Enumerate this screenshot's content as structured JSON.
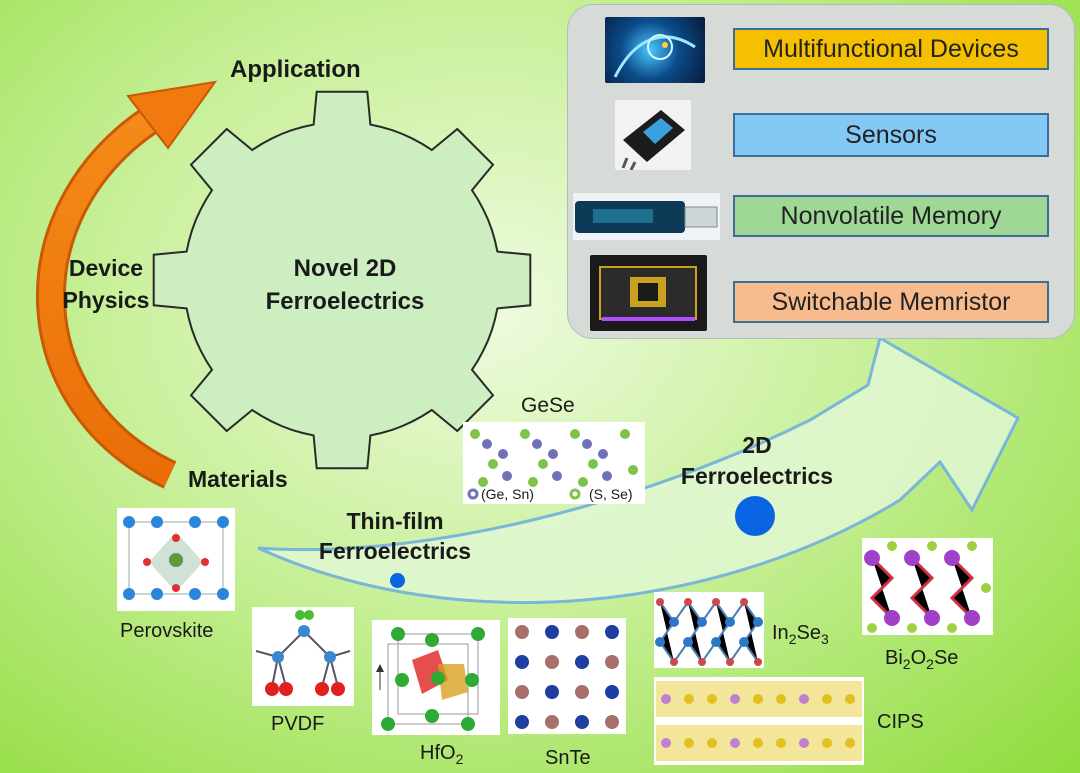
{
  "gear": {
    "title_line1": "Novel 2D",
    "title_line2": "Ferroelectrics"
  },
  "cycle": {
    "top": "Application",
    "left_line1": "Device",
    "left_line2": "Physics",
    "bottom": "Materials"
  },
  "applications": [
    {
      "label": "Multifunctional Devices",
      "color": "#f5c000"
    },
    {
      "label": "Sensors",
      "color": "#84c8f5"
    },
    {
      "label": "Nonvolatile Memory",
      "color": "#9ed894"
    },
    {
      "label": "Switchable Memristor",
      "color": "#f7bb8e"
    }
  ],
  "trend": {
    "thin_film_line1": "Thin-film",
    "thin_film_line2": "Ferroelectrics",
    "twod_line1": "2D",
    "twod_line2": "Ferroelectrics"
  },
  "gese": {
    "title": "GeSe",
    "legend_a": "(Ge, Sn)",
    "legend_b": "(S, Se)"
  },
  "materials": {
    "perovskite": "Perovskite",
    "pvdf": "PVDF",
    "hfo2_base": "HfO",
    "hfo2_sub": "2",
    "snte": "SnTe",
    "in2se3_a": "In",
    "in2se3_sub1": "2",
    "in2se3_b": "Se",
    "in2se3_sub2": "3",
    "bi2o2se_a": "Bi",
    "bi2o2se_sub1": "2",
    "bi2o2se_b": "O",
    "bi2o2se_sub2": "2",
    "bi2o2se_c": "Se",
    "cips": "CIPS"
  },
  "colors": {
    "orange_arrow": "#f07a10",
    "gear_fill": "#cdeec0",
    "trend_fill": "#e0f7d2",
    "big_dot": "#0a63e0"
  }
}
